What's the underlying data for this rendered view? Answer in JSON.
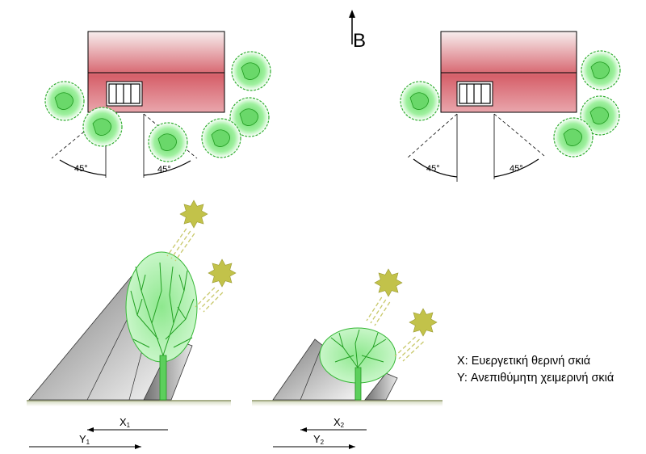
{
  "compass": {
    "north_label": "Β"
  },
  "plans": {
    "left": {
      "angle_left": "45°",
      "angle_right": "45°"
    },
    "right": {
      "angle_left": "45°",
      "angle_right": "45°"
    }
  },
  "sections": {
    "left": {
      "x_label": "X",
      "x_sub": "1",
      "y_label": "Y",
      "y_sub": "1"
    },
    "right": {
      "x_label": "X",
      "x_sub": "2",
      "y_label": "Y",
      "y_sub": "2"
    }
  },
  "legend": {
    "x": "X: Ευεργετική θερινή σκιά",
    "y": "Y: Ανεπιθύμητη χειμερινή σκιά"
  },
  "colors": {
    "house_top": "#f7eeee",
    "house_mid": "#d6606a",
    "tree_fill": "#7de07d",
    "tree_outline": "#2fae2f",
    "sun": "#c2c24a",
    "shadow_dark": "#8c8c8c",
    "ground": "#bfc7a3"
  }
}
